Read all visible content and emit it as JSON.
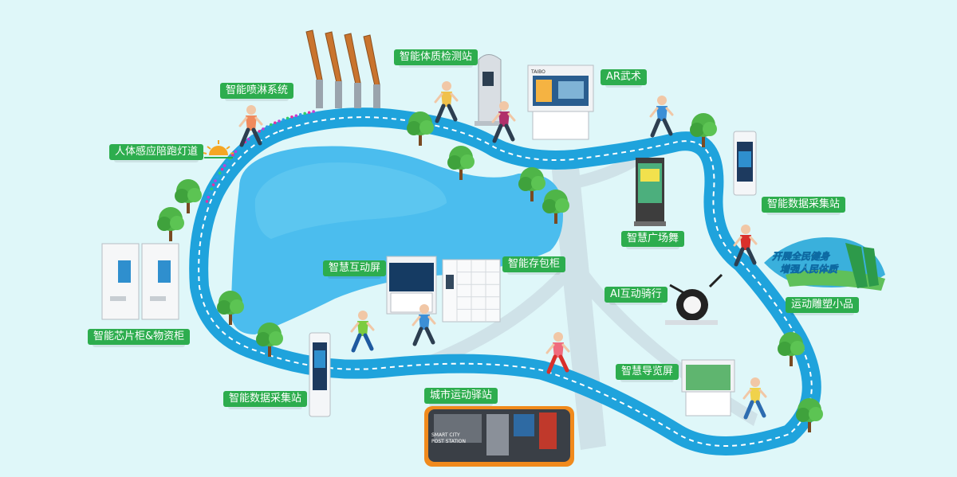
{
  "labels": {
    "spray": "智能喷淋系统",
    "fitness_test": "智能体质检测站",
    "ar_wushu": "AR武术",
    "led_track": "人体感应陪跑灯道",
    "data_station_right": "智能数据采集站",
    "square_dance": "智慧广场舞",
    "interactive_screen": "智慧互动屏",
    "storage_locker": "智能存包柜",
    "chip_locker": "智能芯片柜&物资柜",
    "ai_cycling": "AI互动骑行",
    "sculpture": "运动雕塑小品",
    "guide_screen": "智慧导览屏",
    "data_station_left": "智能数据采集站",
    "post_station": "城市运动驿站"
  },
  "sculpture_text": {
    "line1": "开展全民健身",
    "line2": "增强人民体质"
  },
  "post_station_sign": {
    "line1": "SMART CITY",
    "line2": "POST STATION"
  },
  "ar_kiosk_brand": "TAIBO",
  "colors": {
    "background": "#dff7f9",
    "track": "#1fa3dc",
    "track_line": "#ffffff",
    "lake": "#4bbdee",
    "label_bg": "#2dad4e",
    "path": "#c8dde3",
    "tree": "#4fb548"
  }
}
